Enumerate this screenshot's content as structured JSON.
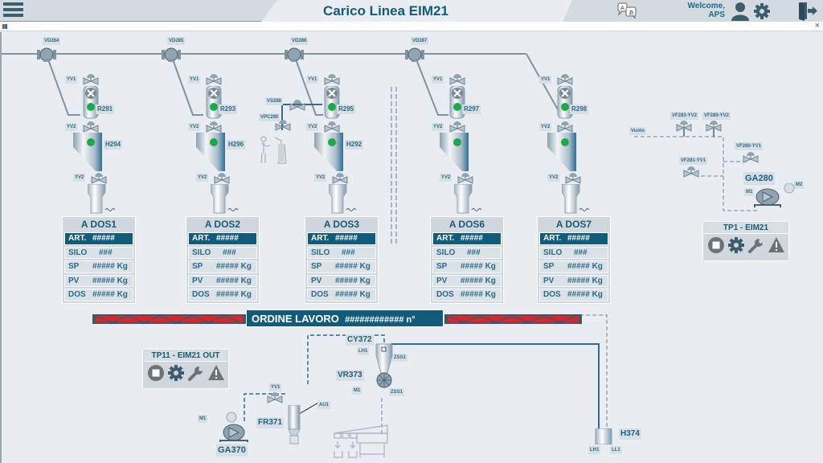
{
  "header": {
    "title": "Carico Linea EIM21",
    "welcome_line1": "Welcome,",
    "welcome_line2": "APS",
    "icons": [
      "menu-icon",
      "translate-icon",
      "user-icon",
      "gear-icon",
      "logout-icon"
    ]
  },
  "subbar": {
    "close": "×"
  },
  "vacuum_valves": [
    "VD284",
    "VD285",
    "VD286",
    "VD287"
  ],
  "dosers": [
    {
      "receiver": "R291",
      "hopper": "H294",
      "yv1": "YV1",
      "yv2_top": "YV2",
      "yv2_bottom": "YV2",
      "panel": {
        "title": "A DOS1",
        "art_k": "ART.",
        "art_v": "#####",
        "silo_k": "SILO",
        "silo_v": "###",
        "sp_k": "SP",
        "sp_v": "##### Kg",
        "pv_k": "PV",
        "pv_v": "##### Kg",
        "dos_k": "DOS",
        "dos_v": "##### Kg"
      }
    },
    {
      "receiver": "R293",
      "hopper": "H296",
      "yv1": "YV1",
      "yv2_top": "YV2",
      "yv2_bottom": "YV2",
      "panel": {
        "title": "A DOS2",
        "art_k": "ART.",
        "art_v": "#####",
        "silo_k": "SILO",
        "silo_v": "###",
        "sp_k": "SP",
        "sp_v": "##### Kg",
        "pv_k": "PV",
        "pv_v": "##### Kg",
        "dos_k": "DOS",
        "dos_v": "##### Kg"
      }
    },
    {
      "receiver": "R295",
      "hopper": "H292",
      "yv1": "YV1",
      "yv2_top": "YV2",
      "yv2_bottom": "YV2",
      "panel": {
        "title": "A DOS3",
        "art_k": "ART.",
        "art_v": "#####",
        "silo_k": "SILO",
        "silo_v": "###",
        "sp_k": "SP",
        "sp_v": "##### Kg",
        "pv_k": "PV",
        "pv_v": "##### Kg",
        "dos_k": "DOS",
        "dos_v": "##### Kg"
      }
    },
    {
      "receiver": "R297",
      "hopper": "",
      "yv1": "YV1",
      "yv2_top": "YV2",
      "yv2_bottom": "YV2",
      "panel": {
        "title": "A DOS6",
        "art_k": "ART.",
        "art_v": "#####",
        "silo_k": "SILO",
        "silo_v": "###",
        "sp_k": "SP",
        "sp_v": "##### Kg",
        "pv_k": "PV",
        "pv_v": "##### Kg",
        "dos_k": "DOS",
        "dos_v": "##### Kg"
      }
    },
    {
      "receiver": "R298",
      "hopper": "",
      "yv1": "YV1",
      "yv2_top": "YV2",
      "yv2_bottom": "YV2",
      "panel": {
        "title": "A DOS7",
        "art_k": "ART.",
        "art_v": "#####",
        "silo_k": "SILO",
        "silo_v": "###",
        "sp_k": "SP",
        "sp_v": "##### Kg",
        "pv_k": "PV",
        "pv_v": "##### Kg",
        "dos_k": "DOS",
        "dos_v": "##### Kg"
      }
    }
  ],
  "manual_station": {
    "vs": "VS288",
    "vpc": "VPC290"
  },
  "vacuum_group": {
    "vuoto": "Vuoto",
    "v1": "VF283-YV2",
    "v2": "VF280-YV2",
    "v3": "VF280-YV1",
    "v4": "VF281-YV1",
    "pump": "GA280",
    "m1": "M1",
    "m2": "M2"
  },
  "tp1": {
    "title": "TP1 - EIM21",
    "buttons": [
      "stop-icon",
      "gear-icon",
      "wrench-icon",
      "warning-icon"
    ]
  },
  "tp11": {
    "title": "TP11 - EIM21 OUT",
    "buttons": [
      "stop-icon",
      "gear-icon",
      "wrench-icon",
      "warning-icon"
    ]
  },
  "order": {
    "label": "ORDINE LAVORO",
    "value": "############ n°"
  },
  "bottom": {
    "yv1": "YV1",
    "m1": "M1",
    "pump": "GA370",
    "filter": "FR371",
    "au1": "AU1",
    "cyclone": "CY372",
    "lh1": "LH1",
    "zss1_a": "ZSS1",
    "rotary": "VR373",
    "rot_m1": "M1",
    "zss1_b": "ZSS1",
    "hopper": "H374",
    "h_lh1": "LH1",
    "h_ll1": "LL1"
  }
}
